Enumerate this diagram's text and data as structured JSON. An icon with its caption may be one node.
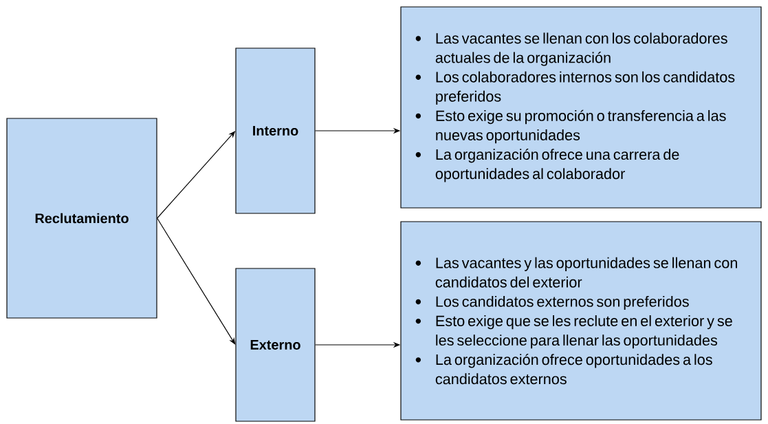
{
  "diagram": {
    "nodes": [
      {
        "text": [
          "Reclutamiento"
        ]
      },
      {
        "text": [
          "Interno"
        ]
      },
      {
        "text": [
          "Externo"
        ]
      },
      {
        "text": [
          "Las vacantes se llenan con los colaboradores actuales de la organización",
          "Los colaboradores internos son los candidatos preferidos",
          "Esto exige su promoción o transferencia a las nuevas oportunidades",
          "La organización ofrece una carrera de oportunidades al colaborador"
        ]
      },
      {
        "text": [
          "Las vacantes y las oportunidades se llenan con candidatos del exterior",
          "Los candidatos externos son preferidos",
          "Esto exige que se les reclute en el exterior y se les seleccione para llenar las oportunidades",
          "La organización ofrece oportunidades a los candidatos externos"
        ]
      }
    ],
    "edges": [
      {
        "from": 0,
        "to": 1,
        "arrow": "to"
      },
      {
        "from": 0,
        "to": 2,
        "arrow": "to"
      },
      {
        "from": 1,
        "to": 3,
        "arrow": "to"
      },
      {
        "from": 2,
        "to": 4,
        "arrow": "to"
      }
    ]
  }
}
